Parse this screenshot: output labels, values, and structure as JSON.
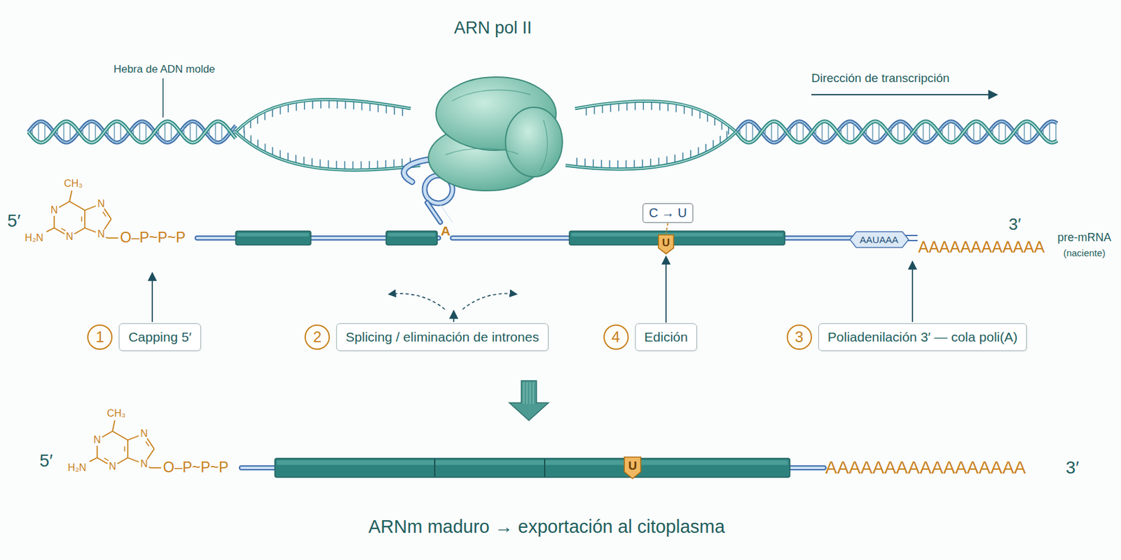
{
  "diagram": {
    "caption": "ARNm maduro → exportación al citoplasma",
    "nodes": [
      {
        "text": [
          "C → U"
        ]
      },
      {
        "text": [
          "U"
        ]
      },
      {
        "text": [
          "AAUAAA"
        ]
      },
      {
        "text": [
          "1",
          "Capping 5′"
        ]
      },
      {
        "text": [
          "2",
          "Splicing / eliminación de intrones"
        ]
      },
      {
        "text": [
          "4",
          "Edición"
        ]
      },
      {
        "text": [
          "3",
          "Poliadenilación 3′ — cola poli(A)"
        ]
      },
      {
        "text": [
          "U"
        ]
      }
    ],
    "edges": [
      {
        "from": 0,
        "to": 1,
        "arrow": "none"
      },
      {
        "from": 5,
        "to": 1,
        "arrow": "to"
      }
    ],
    "labels": [
      "ARN pol II",
      "Hebra de ADN molde",
      "Dirección de transcripción",
      "5′",
      "CH₃",
      "N",
      "N",
      "N",
      "N",
      "H₂N",
      "O–P~P~P",
      "A",
      "AAAAAAAAAAAA",
      "3′",
      "pre-mRNA",
      "(naciente)",
      "5′",
      "CH₃",
      "N",
      "N",
      "N",
      "N",
      "H₂N",
      "O–P~P~P",
      "AAAAAAAAAAAAAAAAA",
      "3′"
    ]
  }
}
